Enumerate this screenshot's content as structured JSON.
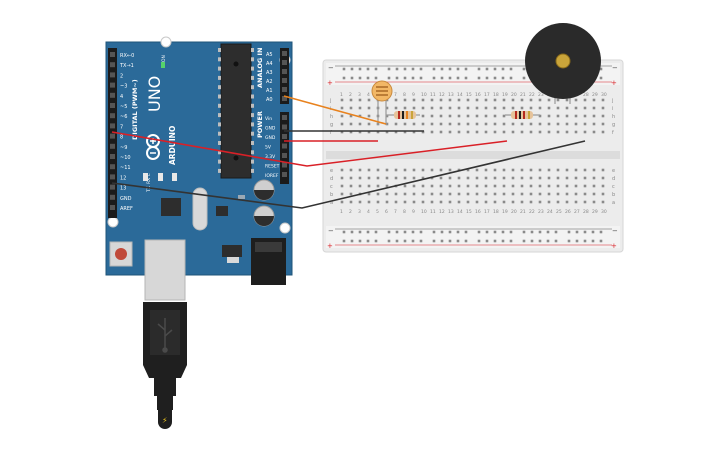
{
  "arduino": {
    "model": "UNO",
    "brand": "ARDUINO",
    "on_label": "ON",
    "digital_header": "DIGITAL (PWM~)",
    "tx_label": "TX",
    "rx_label": "RX",
    "l_label": "L",
    "power_header": "POWER",
    "analog_header": "ANALOG IN",
    "digital_pins": [
      "AREF",
      "GND",
      "13",
      "12",
      "~11",
      "~10",
      "~9",
      "8",
      "7",
      "~6",
      "~5",
      "4",
      "~3",
      "2",
      "TX→1",
      "RX←0"
    ],
    "power_pins": [
      "IOREF",
      "RESET",
      "3.3V",
      "5V",
      "GND",
      "GND",
      "Vin"
    ],
    "analog_pins": [
      "A0",
      "A1",
      "A2",
      "A3",
      "A4",
      "A5"
    ]
  },
  "breadboard": {
    "top_row_letters": [
      "j",
      "i",
      "h",
      "g",
      "f"
    ],
    "bottom_row_letters": [
      "e",
      "d",
      "c",
      "b",
      "a"
    ],
    "column_numbers": [
      "1",
      "2",
      "3",
      "4",
      "5",
      "6",
      "7",
      "8",
      "9",
      "10",
      "11",
      "12",
      "13",
      "14",
      "15",
      "16",
      "17",
      "18",
      "19",
      "20",
      "21",
      "22",
      "23",
      "24",
      "25",
      "26",
      "27",
      "28",
      "29",
      "30"
    ],
    "rail_minus": "−",
    "rail_plus": "+"
  },
  "wire_colors": {
    "analog": "#e8821e",
    "power": "#d92027",
    "ground": "#333333"
  }
}
